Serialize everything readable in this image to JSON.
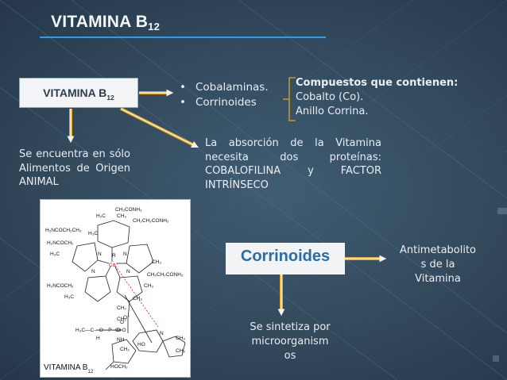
{
  "slide": {
    "title_main": "VITAMINA B",
    "title_sub": "12",
    "main_box_label": "VITAMINA B",
    "main_box_sub": "12",
    "bullets": [
      "Cobalaminas.",
      "Corrinoides"
    ],
    "compuestos": {
      "heading": "Compuestos que contienen:",
      "items": [
        "Cobalto (Co).",
        "Anillo Corrina."
      ]
    },
    "absorcion": "La absorción de la Vitamina necesita dos proteínas: COBALOFILINA y FACTOR INTRÍNSECO",
    "origen": "Se encuentra en sólo Alimentos de Origen ANIMAL",
    "molecule_caption": "VITAMINA B",
    "molecule_caption_sub": "12",
    "corrinoides_box": "Corrinoides",
    "antimetabolito": [
      "Antimetabolito",
      "s de la",
      "Vitamina"
    ],
    "sintetiza": [
      "Se sintetiza por",
      "microorganism",
      "os"
    ],
    "molecule_labels": [
      "CH2CONH2",
      "H2C",
      "CH3",
      "CH2CH2CONH2",
      "H2NCOCH2CH2",
      "H3C",
      "H2NCOCH2",
      "N",
      "R",
      "Co+",
      "CH3",
      "CH2CH2CONH2",
      "H2NCOCH2",
      "CH3",
      "CH2",
      "CH2",
      "C=O",
      "NH",
      "CH2",
      "H3C—C—O—P—O",
      "H",
      "O",
      "O-",
      "HO",
      "N",
      "CH3",
      "HOCH2"
    ]
  },
  "colors": {
    "background": "#3a5368",
    "arrow": "#e3a51a",
    "underline": "#2a9ee8",
    "corrinoides_text": "#2b6da3"
  }
}
